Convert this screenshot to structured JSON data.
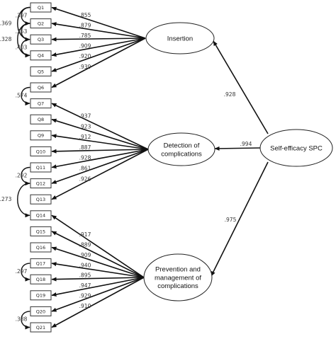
{
  "items": [
    "Q1",
    "Q2",
    "Q3",
    "Q4",
    "Q5",
    "Q6",
    "Q7",
    "Q8",
    "Q9",
    "Q10",
    "Q11",
    "Q12",
    "Q13",
    "Q14",
    "Q15",
    "Q16",
    "Q17",
    "Q18",
    "Q19",
    "Q20",
    "Q21"
  ],
  "factors": [
    {
      "id": "insertion",
      "lines": [
        "Insertion"
      ]
    },
    {
      "id": "detection",
      "lines": [
        "Detection of",
        "complications"
      ]
    },
    {
      "id": "prevention",
      "lines": [
        "Prevention and",
        "management of",
        "complications"
      ]
    }
  ],
  "second_order": {
    "lines": [
      "Self-efficacy SPC"
    ]
  },
  "second_order_loadings": {
    "insertion": ".928",
    "detection": ".994",
    "prevention": ".975"
  },
  "loadings": [
    {
      "item": "Q1",
      "factor": "insertion",
      "value": ".855"
    },
    {
      "item": "Q2",
      "factor": "insertion",
      "value": ".879"
    },
    {
      "item": "Q3",
      "factor": "insertion",
      "value": ".785"
    },
    {
      "item": "Q4",
      "factor": "insertion",
      "value": ".909"
    },
    {
      "item": "Q5",
      "factor": "insertion",
      "value": ".920"
    },
    {
      "item": "Q6",
      "factor": "insertion",
      "value": ".939"
    },
    {
      "item": "Q7",
      "factor": "detection",
      "value": ".937"
    },
    {
      "item": "Q8",
      "factor": "detection",
      "value": ".923"
    },
    {
      "item": "Q9",
      "factor": "detection",
      "value": ".912"
    },
    {
      "item": "Q10",
      "factor": "detection",
      "value": ".887"
    },
    {
      "item": "Q11",
      "factor": "detection",
      "value": ".928"
    },
    {
      "item": "Q12",
      "factor": "detection",
      "value": ".861"
    },
    {
      "item": "Q13",
      "factor": "detection",
      "value": ".926"
    },
    {
      "item": "Q14",
      "factor": "prevention",
      "value": ".917"
    },
    {
      "item": "Q15",
      "factor": "prevention",
      "value": ".889"
    },
    {
      "item": "Q16",
      "factor": "prevention",
      "value": ".909"
    },
    {
      "item": "Q17",
      "factor": "prevention",
      "value": ".940"
    },
    {
      "item": "Q18",
      "factor": "prevention",
      "value": ".895"
    },
    {
      "item": "Q19",
      "factor": "prevention",
      "value": ".947"
    },
    {
      "item": "Q20",
      "factor": "prevention",
      "value": ".929"
    },
    {
      "item": "Q21",
      "factor": "prevention",
      "value": ".910"
    }
  ],
  "covariances": [
    {
      "from": "Q1",
      "to": "Q2",
      "value": ".397"
    },
    {
      "from": "Q1",
      "to": "Q3",
      "value": ".369"
    },
    {
      "from": "Q2",
      "to": "Q3",
      "value": ".353"
    },
    {
      "from": "Q2",
      "to": "Q4",
      "value": ".328"
    },
    {
      "from": "Q3",
      "to": "Q4",
      "value": ".403"
    },
    {
      "from": "Q6",
      "to": "Q7",
      "value": ".574"
    },
    {
      "from": "Q11",
      "to": "Q12",
      "value": ".292"
    },
    {
      "from": "Q12",
      "to": "Q14",
      "value": ".273"
    },
    {
      "from": "Q17",
      "to": "Q18",
      "value": ".297"
    },
    {
      "from": "Q20",
      "to": "Q21",
      "value": ".388"
    }
  ]
}
